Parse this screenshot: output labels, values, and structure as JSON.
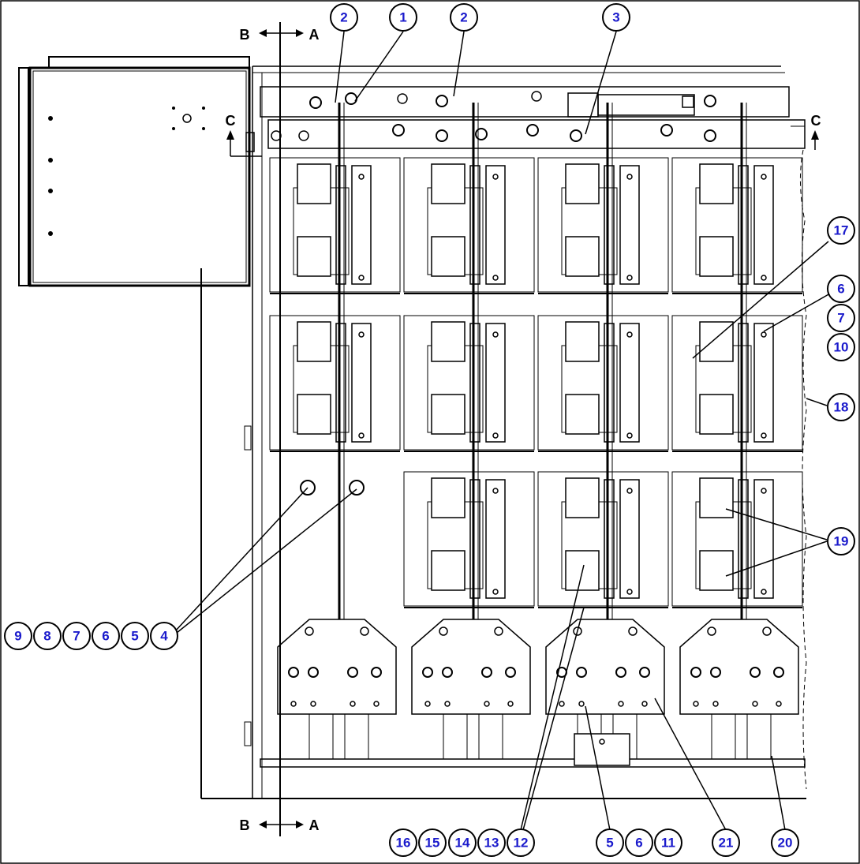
{
  "section_markers": [
    {
      "left": "B",
      "right": "A"
    },
    {
      "left": "B",
      "right": "A"
    },
    {
      "label": "C"
    },
    {
      "label": "C"
    }
  ],
  "callouts": {
    "top": [
      "2",
      "1",
      "2",
      "3"
    ],
    "right": [
      "17",
      "6",
      "7",
      "10",
      "18",
      "19"
    ],
    "left_row": [
      "9",
      "8",
      "7",
      "6",
      "5",
      "4"
    ],
    "bottom_left": [
      "16",
      "15",
      "14",
      "13",
      "12"
    ],
    "bottom_mid": [
      "5",
      "6",
      "11"
    ],
    "bottom_right": [
      "21",
      "20"
    ]
  }
}
